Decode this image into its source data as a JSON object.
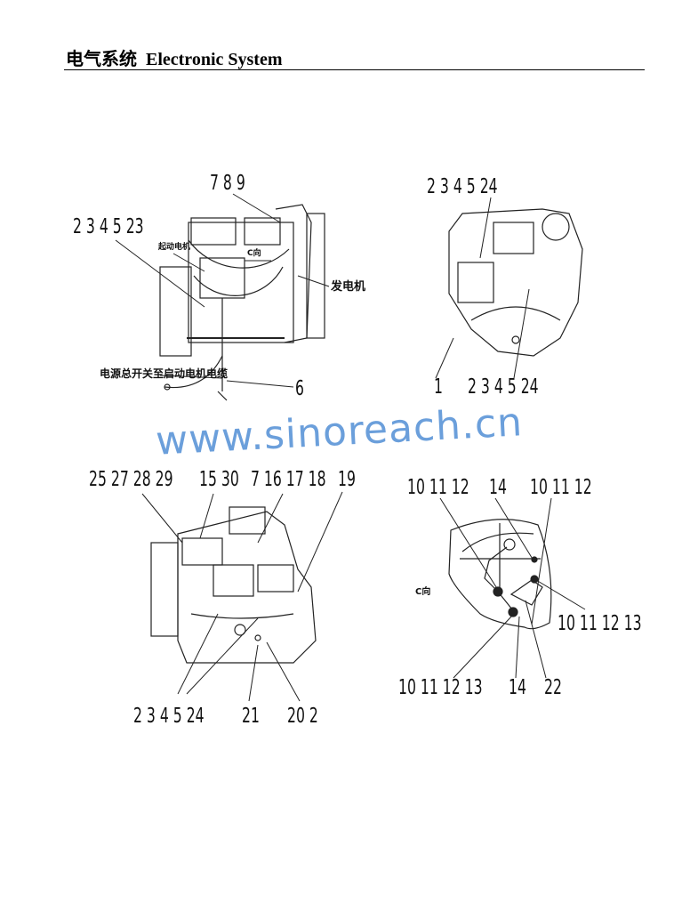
{
  "header": {
    "title_cn": "电气系统",
    "title_en": "Electronic System"
  },
  "watermark": "www.sinoreach.cn",
  "figure1": {
    "callouts": [
      "7 8 9",
      "2 3 4 5 23",
      "6"
    ],
    "notes": {
      "starter": "起动电机",
      "view": "C向",
      "generator": "发电机",
      "cable": "电源总开关至启动电机电缆"
    }
  },
  "figure2": {
    "callouts": [
      "2 3 4 5 24",
      "1",
      "2 3 4 5 24"
    ]
  },
  "figure3": {
    "callouts": [
      "25 27 28 29",
      "15 30",
      "7 16 17 18",
      "19",
      "2 3 4 5 24",
      "21",
      "20 2"
    ]
  },
  "figure4": {
    "view": "C向",
    "callouts": [
      "10 11 12",
      "14",
      "10 11 12",
      "10 11 12 13",
      "10 11 12 13",
      "14",
      "22"
    ]
  }
}
